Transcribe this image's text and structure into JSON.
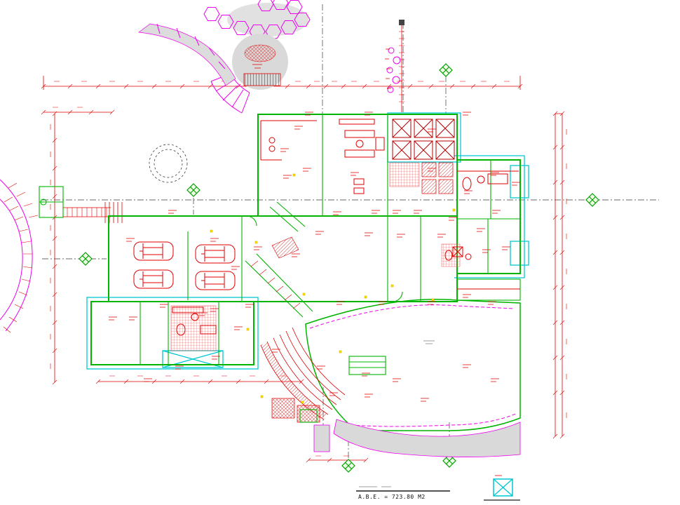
{
  "title_block": {
    "area_label": "A.B.E.  =  723.80  M2"
  },
  "palette": {
    "wall_green": "#00b400",
    "dimension_red": "#e00000",
    "landscape_magenta": "#ee00ee",
    "overhang_cyan": "#00c8d2",
    "fill_gray": "#d9d9d9",
    "marker_green": "#00a000",
    "accent_yellow": "#ffe600",
    "ink": "#1c1c1c",
    "paper": "#ffffff",
    "hatch_red": "#e05050",
    "skylight_red": "#b40000"
  },
  "icons": {
    "elevation_marker": "green diamond with cross",
    "north_symbol": "cyan crossed square",
    "car": "car top view outline",
    "tree": "dashed circle",
    "shrub_cluster": "hexagon cluster"
  }
}
